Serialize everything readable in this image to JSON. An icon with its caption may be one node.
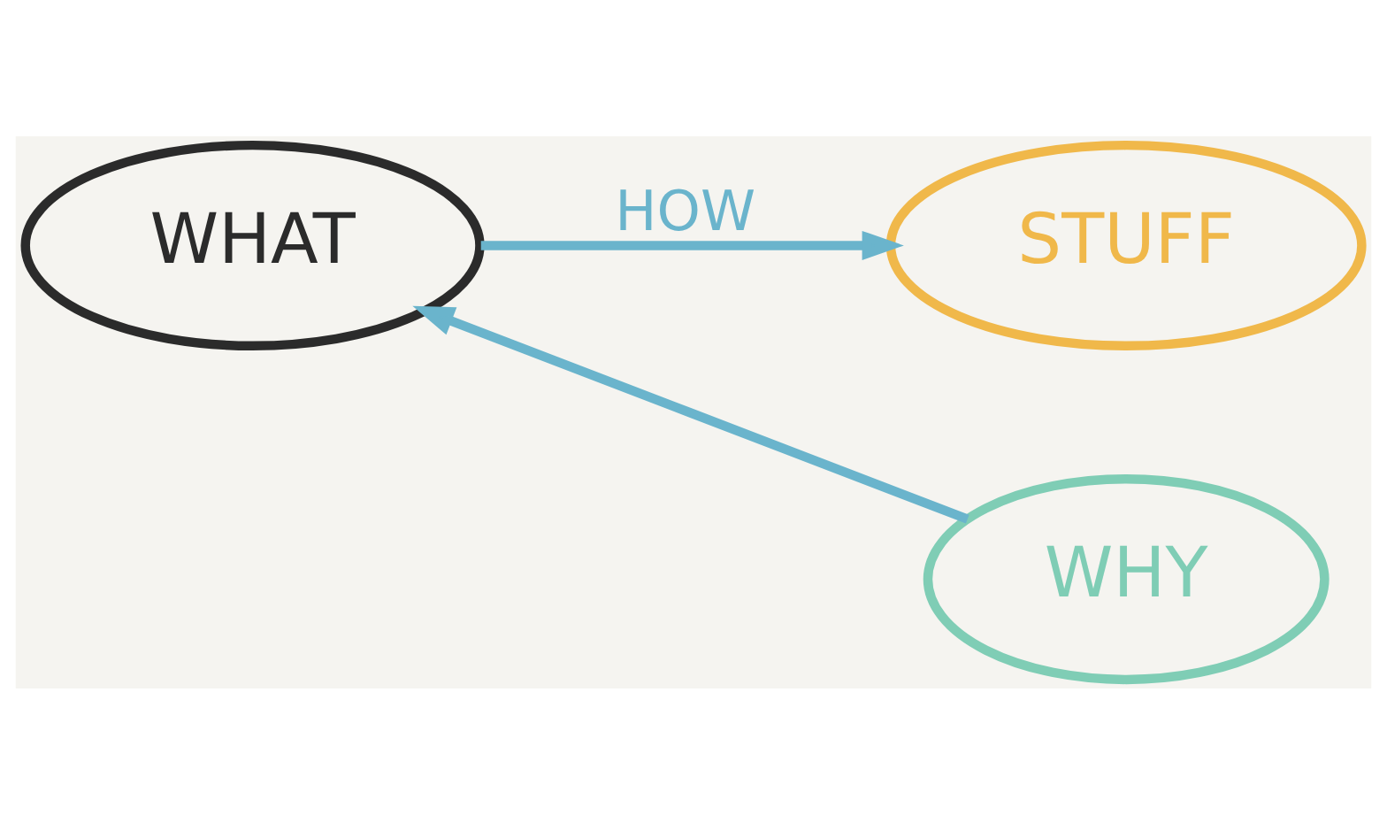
{
  "diagram": {
    "nodes": [
      {
        "text": [
          "WHAT"
        ]
      },
      {
        "text": [
          "WHY"
        ]
      },
      {
        "text": [
          "STUFF"
        ]
      }
    ],
    "edges": [
      {
        "from": 1,
        "to": 0,
        "arrow": "to"
      },
      {
        "from": 0,
        "to": 2,
        "arrow": "to",
        "label": "HOW"
      }
    ]
  }
}
